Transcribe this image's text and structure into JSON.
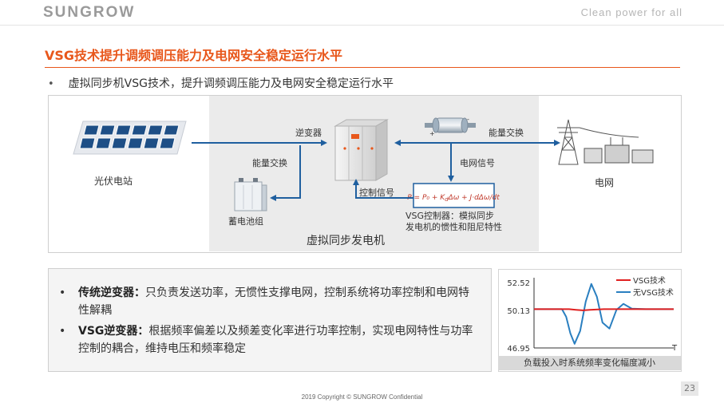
{
  "header": {
    "logo_text": "SUNGROW",
    "tagline": "Clean power for all"
  },
  "slide": {
    "title": "VSG技术提升调频调压能力及电网安全稳定运行水平",
    "bullet": "虚拟同步机VSG技术，提升调频调压能力及电网安全稳定运行水平",
    "bullet_marker": "•"
  },
  "diagram": {
    "pv_station": "光伏电站",
    "inverter": "逆变器",
    "energy_exchange_left": "能量交换",
    "battery": "蓄电池组",
    "control_signal": "控制信号",
    "energy_exchange_right": "能量交换",
    "grid_signal": "电网信号",
    "grid": "电网",
    "vsg_controller_line1": "VSG控制器：模拟同步",
    "vsg_controller_line2": "发电机的惯性和阻尼特性",
    "virtual_generator": "虚拟同步发电机",
    "formula": "P = P₀ + K_d·Δω + J·dΔω/dt"
  },
  "notes": [
    {
      "marker": "•",
      "term": "传统逆变器：",
      "text": "只负责发送功率，无惯性支撑电网，控制系统将功率控制和电网特性解耦"
    },
    {
      "marker": "•",
      "term": "VSG逆变器：",
      "text": "根据频率偏差以及频差变化率进行功率控制，实现电网特性与功率控制的耦合，维持电压和频率稳定"
    }
  ],
  "chart_data": {
    "type": "line",
    "title": "",
    "caption": "负载投入时系统频率变化幅度减小",
    "xlabel": "T",
    "ylabel": "",
    "yticks": [
      52.52,
      50.13,
      46.95
    ],
    "ylim": [
      46.95,
      52.52
    ],
    "xlim": [
      0,
      10
    ],
    "legend_position": "top-right",
    "series": [
      {
        "name": "VSG技术",
        "color": "#e02020",
        "x": [
          0,
          1,
          2,
          2.5,
          3,
          3.5,
          4,
          5,
          6,
          7,
          8,
          9,
          10
        ],
        "y": [
          50.25,
          50.25,
          50.25,
          50.25,
          50.2,
          50.15,
          50.2,
          50.25,
          50.25,
          50.25,
          50.25,
          50.25,
          50.25
        ]
      },
      {
        "name": "无VSG技术",
        "color": "#2a7fc0",
        "x": [
          0,
          1,
          2,
          2.3,
          2.6,
          2.9,
          3.3,
          3.7,
          4.1,
          4.5,
          4.9,
          5.4,
          5.9,
          6.4,
          7,
          8,
          9,
          10
        ],
        "y": [
          50.25,
          50.25,
          50.25,
          49.6,
          48.2,
          47.3,
          48.4,
          50.9,
          52.4,
          51.3,
          49.1,
          48.6,
          50.2,
          50.7,
          50.3,
          50.25,
          50.25,
          50.25
        ]
      }
    ]
  },
  "footer": {
    "page_number": "23",
    "copyright": "2019 Copyright © SUNGROW Confidential"
  }
}
